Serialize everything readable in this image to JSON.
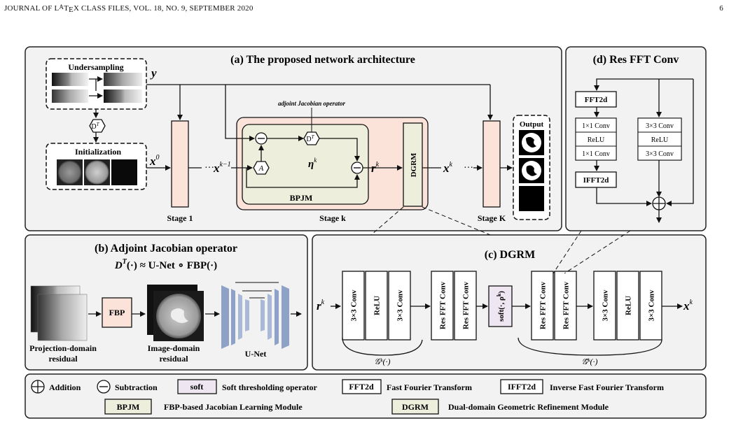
{
  "header": {
    "journal_prefix": "JOURNAL OF L",
    "journal_a": "A",
    "journal_t": "T",
    "journal_e": "E",
    "journal_suffix": "X CLASS FILES, VOL. 18, NO. 9, SEPTEMBER 2020",
    "page_number": "6"
  },
  "panel_a": {
    "title": "(a)  The proposed network architecture",
    "undersampling": "Undersampling",
    "y_label": "y",
    "dt_label": "D",
    "dt_sup": "T",
    "initialization": "Initialization",
    "x0_label": "x",
    "x0_sup": "0",
    "stage1": "Stage 1",
    "xk1_label": "x",
    "xk1_sup": "k−1",
    "adjoint_label": "adjoint Jacobian operator",
    "a_op": "A",
    "eta_label": "η",
    "eta_sup": "k",
    "bpjm": "BPJM",
    "rk_label": "r",
    "rk_sup": "k",
    "dgrm": "DGRM",
    "xk_label": "x",
    "xk_sup": "k",
    "stagek": "Stage k",
    "stageK": "Stage K",
    "output": "Output",
    "dots": "···"
  },
  "panel_b": {
    "title": "(b) Adjoint Jacobian operator",
    "formula_d": "D",
    "formula_sup": "T",
    "formula_rest": "(·) ≈ U-Net ∘ FBP(·)",
    "fbp": "FBP",
    "proj_label_1": "Projection-domain",
    "proj_label_2": "residual",
    "img_label_1": "Image-domain",
    "img_label_2": "residual",
    "unet": "U-Net"
  },
  "panel_c": {
    "title": "(c) DGRM",
    "rk_label": "r",
    "rk_sup": "k",
    "blocks_left": [
      "3×3 Conv",
      "ReLU",
      "3×3 Conv"
    ],
    "res_left": [
      "Res FFT Conv",
      "Res FFT Conv"
    ],
    "soft": "soft(·, ρ",
    "soft_sup": "k",
    "soft_end": ")",
    "res_right": [
      "Res FFT Conv",
      "Res FFT Conv"
    ],
    "blocks_right": [
      "3×3 Conv",
      "ReLU",
      "3×3 Conv"
    ],
    "xk_label": "x",
    "xk_sup": "k",
    "g_left": "𝒢ᵏ(·)",
    "g_right": "𝒢̃ᵏ(·)"
  },
  "panel_d": {
    "title": "(d) Res FFT Conv",
    "fft2d": "FFT2d",
    "left_blocks": [
      "1×1 Conv",
      "ReLU",
      "1×1 Conv"
    ],
    "right_blocks": [
      "3×3 Conv",
      "ReLU",
      "3×3 Conv"
    ],
    "ifft2d": "IFFT2d"
  },
  "legend": {
    "addition": "Addition",
    "subtraction": "Subtraction",
    "soft_box": "soft",
    "soft_desc": "Soft thresholding operator",
    "fft_box": "FFT2d",
    "fft_desc": "Fast Fourier Transform",
    "ifft_box": "IFFT2d",
    "ifft_desc": "Inverse Fast Fourier Transform",
    "bpjm_box": "BPJM",
    "bpjm_desc": "FBP-based Jacobian Learning Module",
    "dgrm_box": "DGRM",
    "dgrm_desc": "Dual-domain Geometric Refinement Module"
  },
  "colors": {
    "stage_fill": "#fbe3da",
    "bpjm_fill": "#eeeedd",
    "soft_fill": "#eee6f1",
    "panel_fill": "#f2f2f2",
    "unet_fill": "#8ea2c8"
  }
}
